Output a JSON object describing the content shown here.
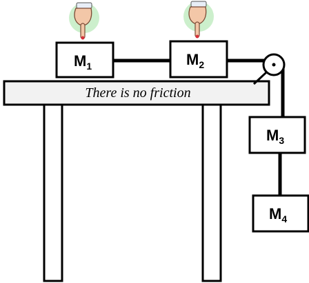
{
  "caption": "There is no friction",
  "blocks": {
    "m1": {
      "letter": "M",
      "sub": "1"
    },
    "m2": {
      "letter": "M",
      "sub": "2"
    },
    "m3": {
      "letter": "M",
      "sub": "3"
    },
    "m4": {
      "letter": "M",
      "sub": "4"
    }
  },
  "icons": {
    "hand_left": "pointing-hand-icon",
    "hand_right": "pointing-hand-icon",
    "pulley": "pulley-icon"
  },
  "colors": {
    "outline": "#000000",
    "fill": "#ffffff",
    "table_fill": "#f2f2f2",
    "glow": "#8fdc8f",
    "skin": "#f3c7a8",
    "fingertip": "#d8303a",
    "cuff": "#e8eef7"
  }
}
